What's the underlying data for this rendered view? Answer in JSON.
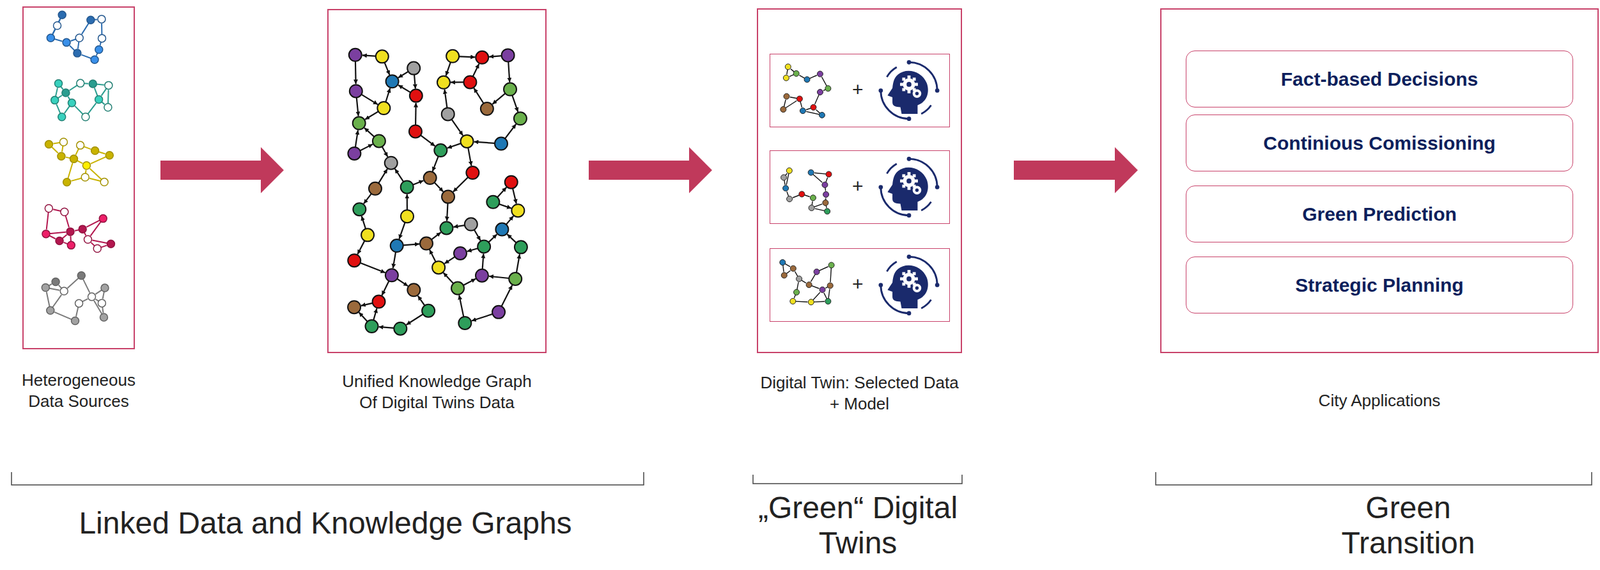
{
  "diagram": {
    "nodes": [
      {
        "text": [
          "Heterogeneous Data Sources"
        ]
      },
      {
        "text": [
          "Unified Knowledge Graph Of Digital Twins Data"
        ]
      },
      {
        "text": [
          "Digital Twin: Selected Data + Model"
        ]
      },
      {
        "text": [
          "+"
        ],
        "in": 2
      },
      {
        "text": [
          "+"
        ],
        "in": 2
      },
      {
        "text": [
          "+"
        ],
        "in": 2
      },
      {
        "text": [
          "City Applications"
        ]
      },
      {
        "text": [
          "Fact-based Decisions"
        ],
        "in": 6
      },
      {
        "text": [
          "Continious Comissioning"
        ],
        "in": 6
      },
      {
        "text": [
          "Green Prediction"
        ],
        "in": 6
      },
      {
        "text": [
          "Strategic Planning"
        ],
        "in": 6
      }
    ],
    "edges": [
      {
        "from": 0,
        "to": 1,
        "arrow": "to"
      },
      {
        "from": 1,
        "to": 2,
        "arrow": "to"
      },
      {
        "from": 2,
        "to": 6,
        "arrow": "to"
      }
    ],
    "labels": [
      "Linked Data and Knowledge Graphs",
      "„Green“ Digital Twins",
      "Green Transition"
    ]
  }
}
